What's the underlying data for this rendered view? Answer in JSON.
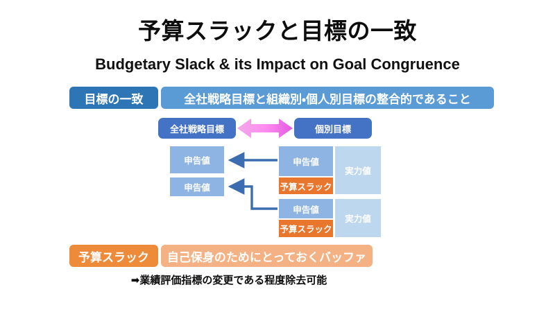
{
  "slide": {
    "title": "予算スラックと目標の一致",
    "subtitle": "Budgetary Slack & its Impact on Goal Congruence"
  },
  "definitions": [
    {
      "tag": "目標の一致",
      "body": "全社戦略目標と組織別・個人別目標の整合的であること",
      "tag_color": "#2E75B6",
      "body_color": "#5B9BD5"
    },
    {
      "tag": "予算スラック",
      "body": "自己保身のためにとっておくバッファ",
      "tag_color": "#ED8B3A",
      "body_color": "#F4B183"
    }
  ],
  "pills": {
    "corporate": "全社戦略目標",
    "individual": "個別目標",
    "color": "#4472C4",
    "arrow_color": "#F07CE8"
  },
  "diagram": {
    "left_column": [
      {
        "label": "申告値",
        "color": "#8EB4E3"
      },
      {
        "label": "申告値",
        "color": "#8EB4E3"
      }
    ],
    "stacks": [
      {
        "declared": {
          "label": "申告値",
          "color": "#8EB4E3"
        },
        "slack": {
          "label": "予算スラック",
          "color": "#E8762C"
        },
        "actual": {
          "label": "実力値",
          "color": "#BDD7EE"
        }
      },
      {
        "declared": {
          "label": "申告値",
          "color": "#8EB4E3"
        },
        "slack": {
          "label": "予算スラック",
          "color": "#E8762C"
        },
        "actual": {
          "label": "実力値",
          "color": "#BDD7EE"
        }
      }
    ],
    "connector_color": "#3C6DB0"
  },
  "footnote": "➡業績評価指標の変更である程度除去可能"
}
